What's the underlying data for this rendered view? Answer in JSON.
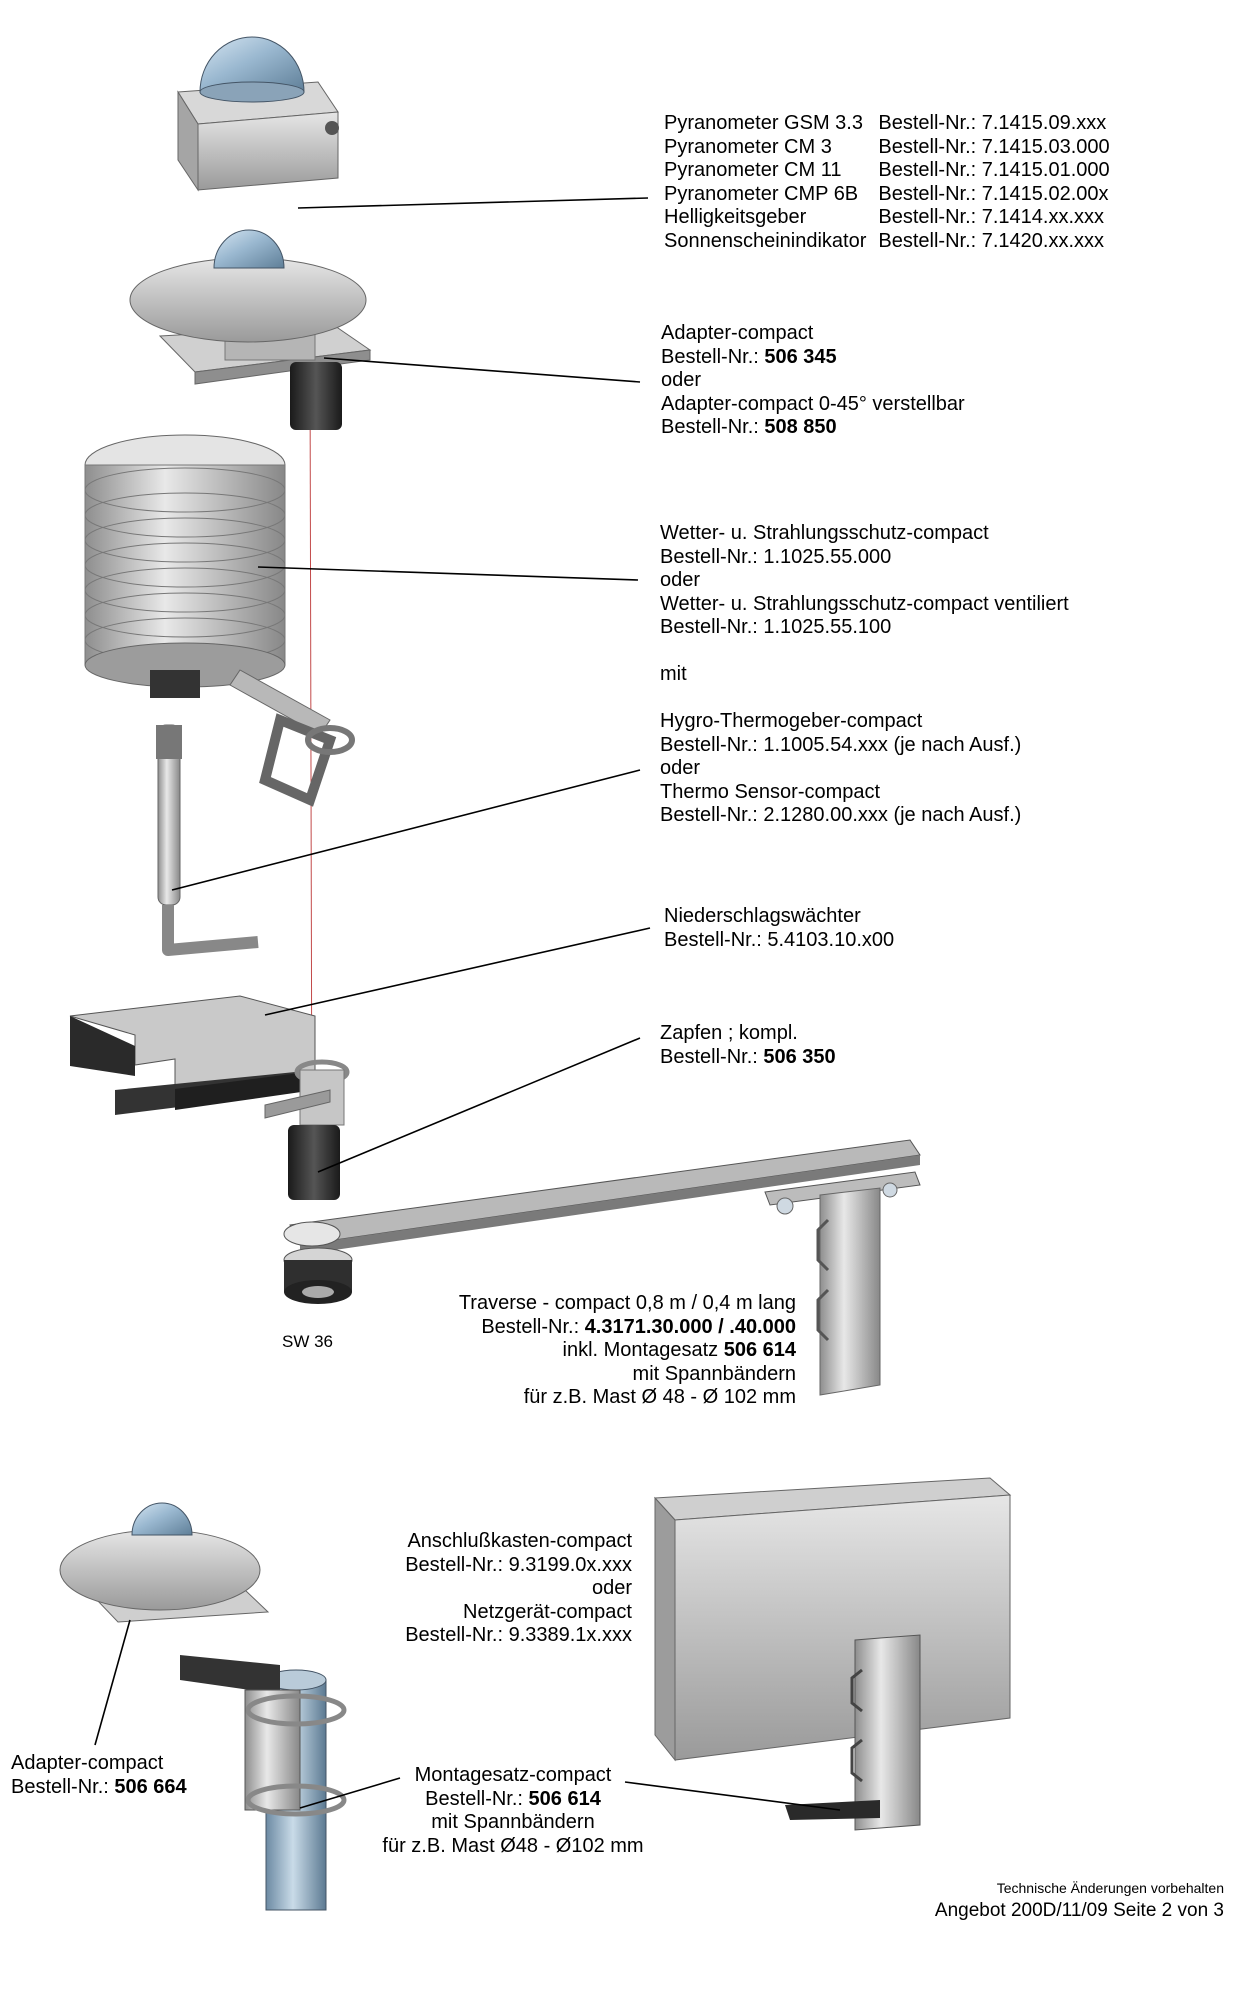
{
  "pyranometers": [
    {
      "name": "Pyranometer GSM 3.3",
      "order": "Bestell-Nr.: 7.1415.09.xxx"
    },
    {
      "name": "Pyranometer CM 3",
      "order": "Bestell-Nr.: 7.1415.03.000"
    },
    {
      "name": "Pyranometer CM 11",
      "order": "Bestell-Nr.: 7.1415.01.000"
    },
    {
      "name": "Pyranometer CMP 6B",
      "order": "Bestell-Nr.: 7.1415.02.00x"
    },
    {
      "name": "Helligkeitsgeber",
      "order": "Bestell-Nr.: 7.1414.xx.xxx"
    },
    {
      "name": "Sonnenscheinindikator",
      "order": "Bestell-Nr.: 7.1420.xx.xxx"
    }
  ],
  "adapter": {
    "l1": "Adapter-compact",
    "l2_prefix": "Bestell-Nr.: ",
    "l2_bold": "506 345",
    "l3": "oder",
    "l4": "Adapter-compact  0-45° verstellbar",
    "l5_prefix": "Bestell-Nr.: ",
    "l5_bold": "508 850"
  },
  "shield": {
    "l1": "Wetter- u. Strahlungsschutz-compact",
    "l2": "Bestell-Nr.: 1.1025.55.000",
    "l3": "oder",
    "l4": "Wetter- u. Strahlungsschutz-compact ventiliert",
    "l5": "Bestell-Nr.: 1.1025.55.100",
    "l6": "mit",
    "l7": "Hygro-Thermogeber-compact",
    "l8": "Bestell-Nr.: 1.1005.54.xxx (je nach Ausf.)",
    "l9": "oder",
    "l10": "Thermo Sensor-compact",
    "l11": "Bestell-Nr.: 2.1280.00.xxx (je nach Ausf.)"
  },
  "precip": {
    "l1": "Niederschlagswächter",
    "l2": "Bestell-Nr.: 5.4103.10.x00"
  },
  "zapfen": {
    "l1": "Zapfen ; kompl.",
    "l2_prefix": "Bestell-Nr.: ",
    "l2_bold": "506 350"
  },
  "traverse": {
    "l1": "Traverse - compact   0,8 m / 0,4 m lang",
    "l2_prefix": "Bestell-Nr.: ",
    "l2_bold": "4.3171.30.000 / .40.000",
    "l3_prefix": "inkl. Montagesatz ",
    "l3_bold": "506 614",
    "l4": "mit Spannbändern",
    "l5": "für z.B. Mast Ø 48  -  Ø 102 mm"
  },
  "sw": "SW 36",
  "box": {
    "l1": "Anschlußkasten-compact",
    "l2": "Bestell-Nr.: 9.3199.0x.xxx",
    "l3": "oder",
    "l4": "Netzgerät-compact",
    "l5": "Bestell-Nr.: 9.3389.1x.xxx"
  },
  "adapter2": {
    "l1": "Adapter-compact",
    "l2_prefix": "Bestell-Nr.: ",
    "l2_bold": "506 664"
  },
  "mount": {
    "l1": "Montagesatz-compact",
    "l2_prefix": "Bestell-Nr.: ",
    "l2_bold": "506 614",
    "l3": "mit Spannbändern",
    "l4": "für z.B. Mast Ø48  -  Ø102 mm"
  },
  "footer": {
    "note": "Technische Änderungen vorbehalten",
    "page": "Angebot 200D/11/09 Seite 2 von 3"
  }
}
